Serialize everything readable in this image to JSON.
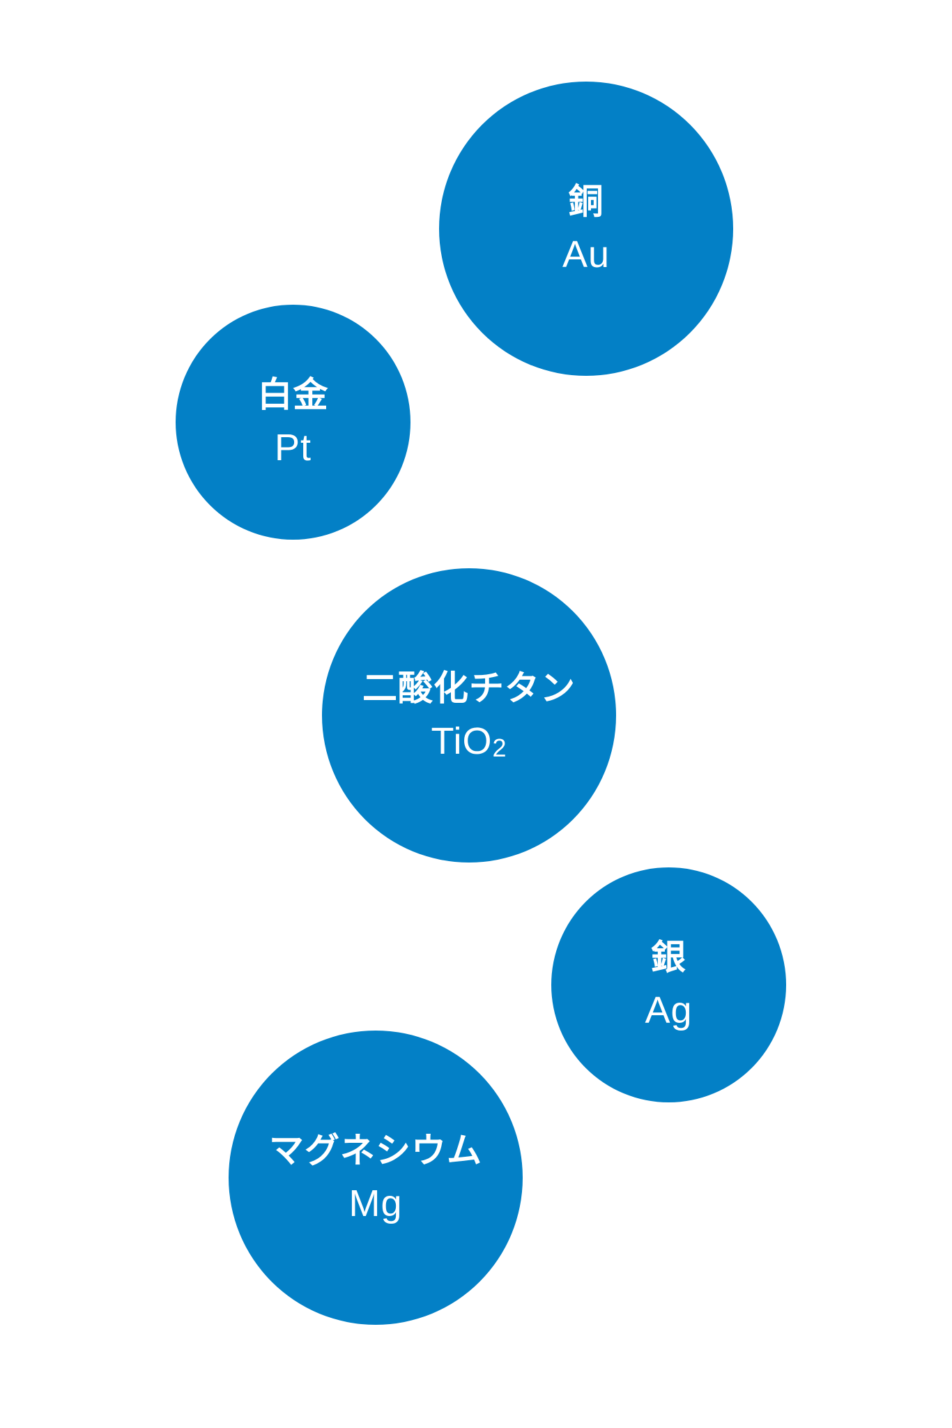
{
  "colors": {
    "bubble": "#0380c6",
    "text": "#ffffff",
    "background": "#ffffff"
  },
  "elements": [
    {
      "id": "copper",
      "name": "銅",
      "symbol": "Au",
      "sub": ""
    },
    {
      "id": "platinum",
      "name": "白金",
      "symbol": "Pt",
      "sub": ""
    },
    {
      "id": "titania",
      "name": "二酸化チタン",
      "symbol": "TiO",
      "sub": "2"
    },
    {
      "id": "silver",
      "name": "銀",
      "symbol": "Ag",
      "sub": ""
    },
    {
      "id": "magnesium",
      "name": "マグネシウム",
      "symbol": "Mg",
      "sub": ""
    }
  ]
}
